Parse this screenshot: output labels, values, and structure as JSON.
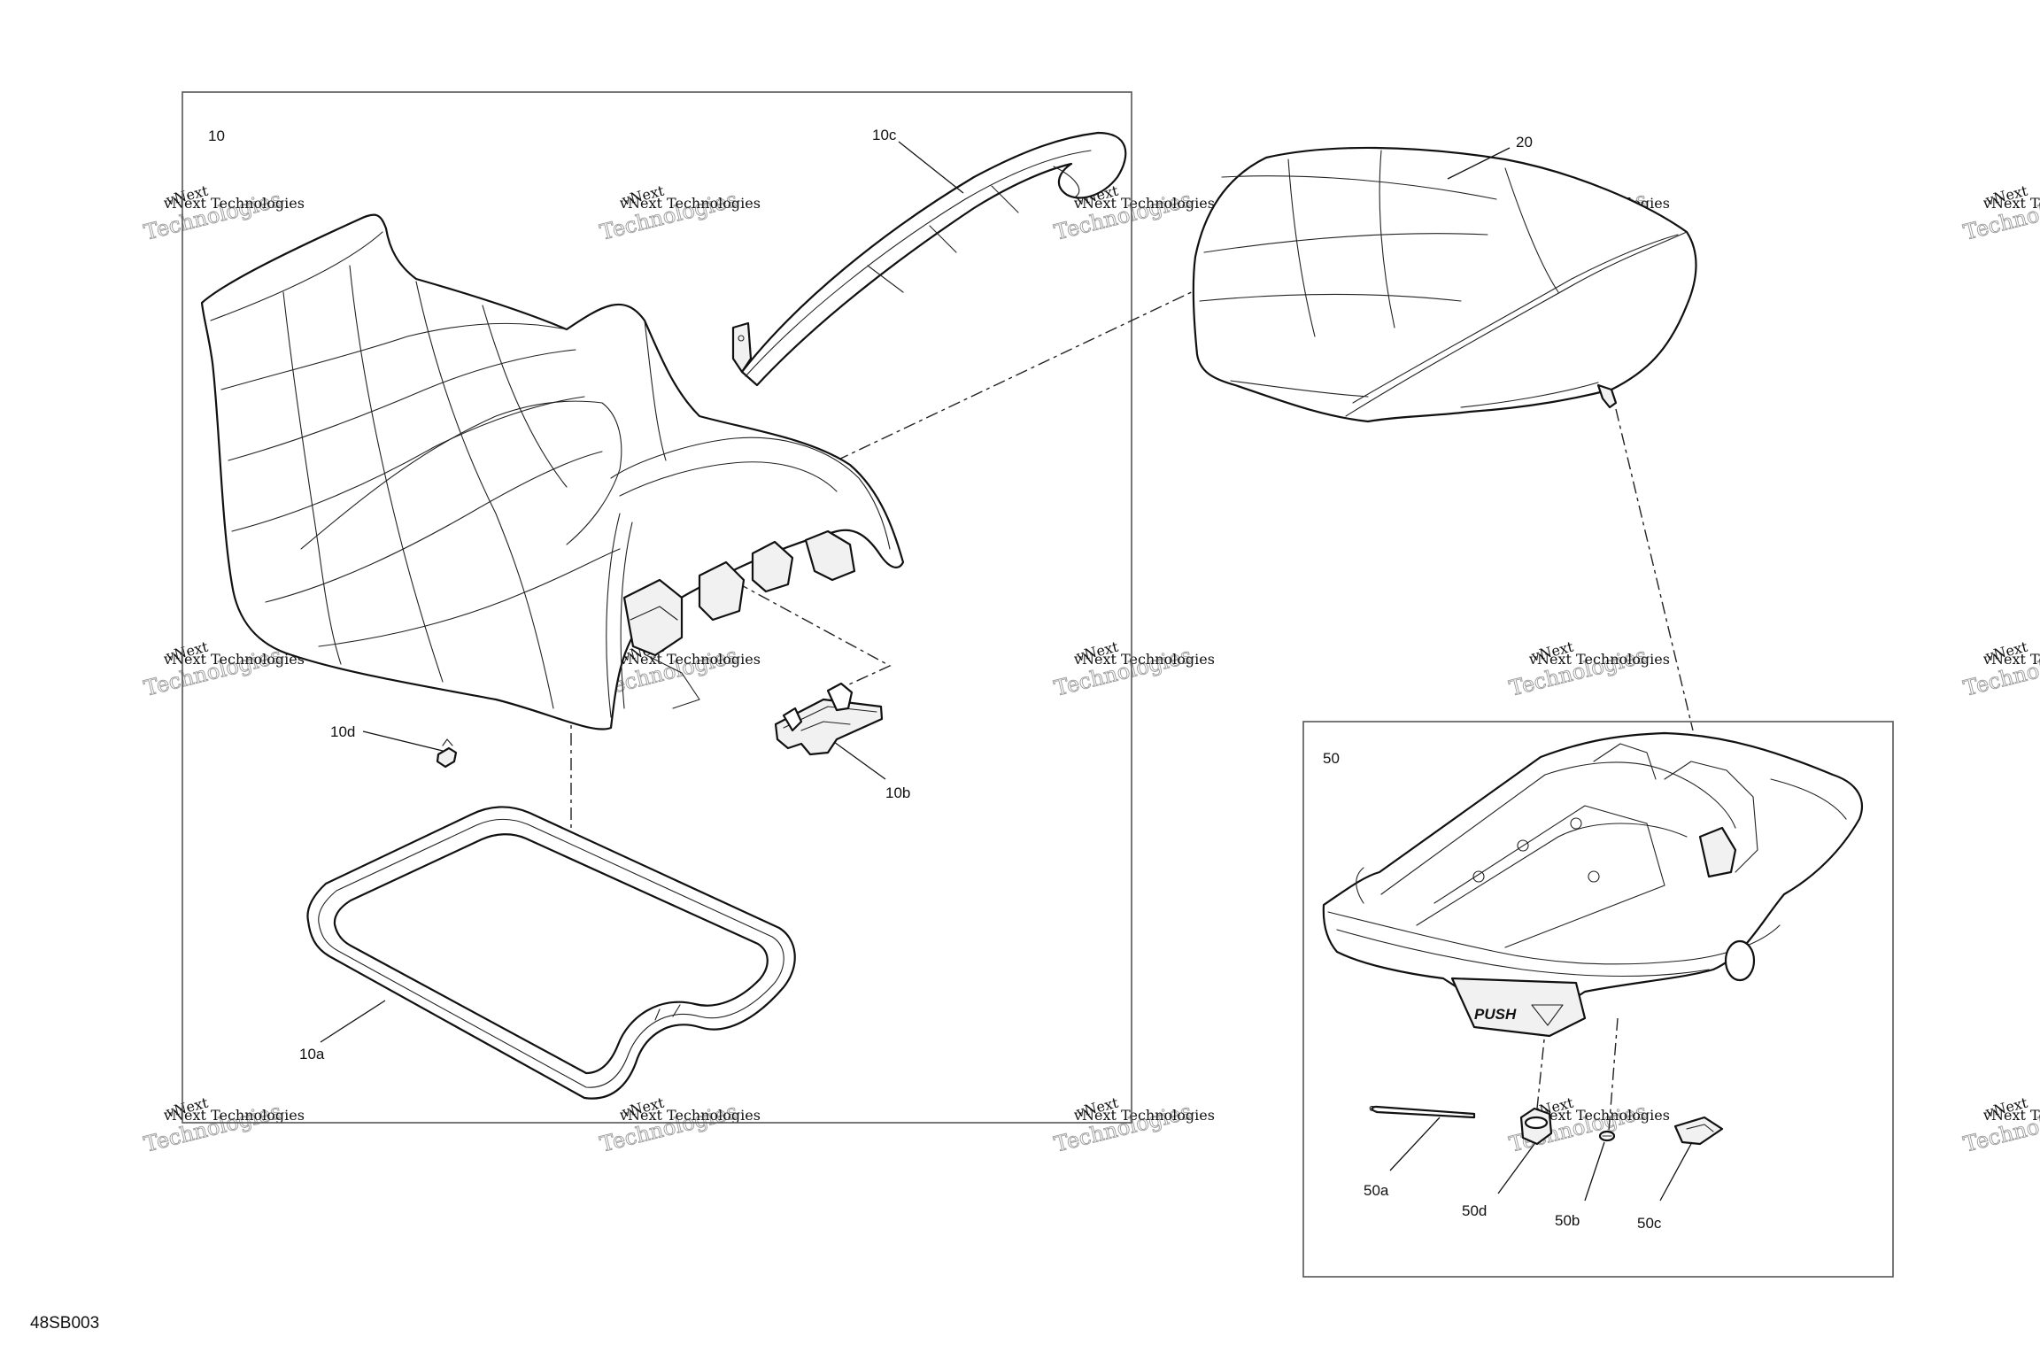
{
  "diagram_code": "48SB003",
  "callouts": {
    "c10": "10",
    "c10a": "10a",
    "c10b": "10b",
    "c10c": "10c",
    "c10d": "10d",
    "c20": "20",
    "c50": "50",
    "c50a": "50a",
    "c50b": "50b",
    "c50c": "50c",
    "c50d": "50d"
  },
  "watermark": {
    "line1": "vNext Technologies",
    "line2": "Technologies",
    "line3": "vNext"
  },
  "push_label": "PUSH"
}
